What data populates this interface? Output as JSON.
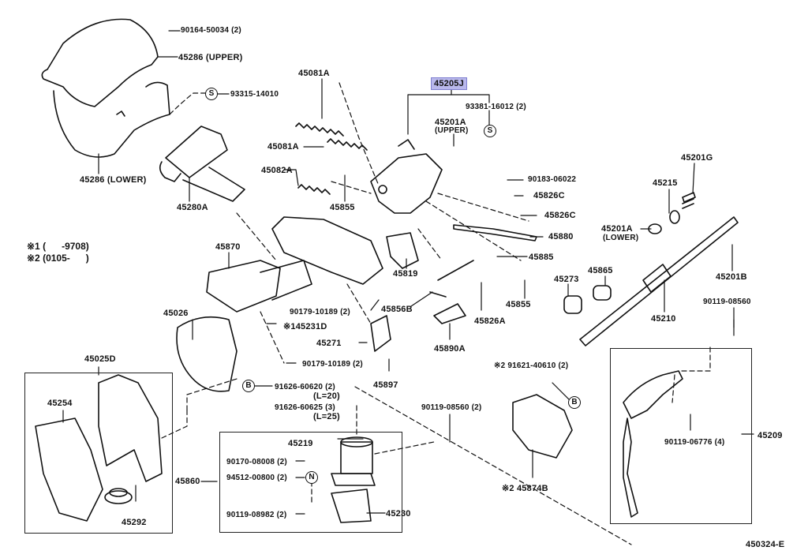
{
  "diagram": {
    "title_code": "450324-E",
    "highlighted_part": "45205J",
    "highlight_color": "#b9b8ec",
    "notes": [
      {
        "mark": "※1",
        "range": "(      -9708)"
      },
      {
        "mark": "※2",
        "range": "(0105-      )"
      }
    ],
    "callout_symbols": {
      "S": "S",
      "B": "B",
      "N": "N"
    },
    "labels": {
      "p90164_50034": "90164-50034 (2)",
      "p45286_upper": "45286 (UPPER)",
      "p93315_14010": "93315-14010",
      "p45286_lower": "45286 (LOWER)",
      "p45280A": "45280A",
      "p45081A_top": "45081A",
      "p45081A_mid": "45081A",
      "p45082A": "45082A",
      "p45855_a": "45855",
      "p45205J": "45205J",
      "p93381_16012": "93381-16012 (2)",
      "p45201A_upper": "45201A",
      "p45201A_upper_sub": "(UPPER)",
      "p90183_06022": "90183-06022",
      "p45826C_a": "45826C",
      "p45826C_b": "45826C",
      "p45880": "45880",
      "p45885": "45885",
      "p45201G": "45201G",
      "p45215": "45215",
      "p45201A_lower": "45201A",
      "p45201A_lower_sub": "(LOWER)",
      "p45201B": "45201B",
      "p45865": "45865",
      "p45273": "45273",
      "p45210": "45210",
      "p90119_08560_r": "90119-08560",
      "p45870": "45870",
      "p45819": "45819",
      "p45856B": "45856B",
      "p45855_b": "45855",
      "p45826A": "45826A",
      "p90179_10189_a": "90179-10189 (2)",
      "p145231D": "※145231D",
      "p45271": "45271",
      "p45890A": "45890A",
      "p90179_10189_b": "90179-10189 (2)",
      "p45026": "45026",
      "p45897": "45897",
      "p91621_40610": "※2 91621-40610 (2)",
      "p91626_60620": "91626-60620 (2)",
      "p91626_60620_sub": "(L=20)",
      "p91626_60625": "91626-60625 (3)",
      "p91626_60625_sub": "(L=25)",
      "p45025D": "45025D",
      "p45254": "45254",
      "p45292": "45292",
      "p90119_08560_m": "90119-08560 (2)",
      "p45219": "45219",
      "p90170_08008": "90170-08008 (2)",
      "p94512_00800": "94512-00800 (2)",
      "p90119_08982": "90119-08982 (2)",
      "p45230": "45230",
      "p45860": "45860",
      "p45874B": "※2 45874B",
      "p45209": "45209",
      "p90119_06776": "90119-06776 (4)"
    }
  }
}
